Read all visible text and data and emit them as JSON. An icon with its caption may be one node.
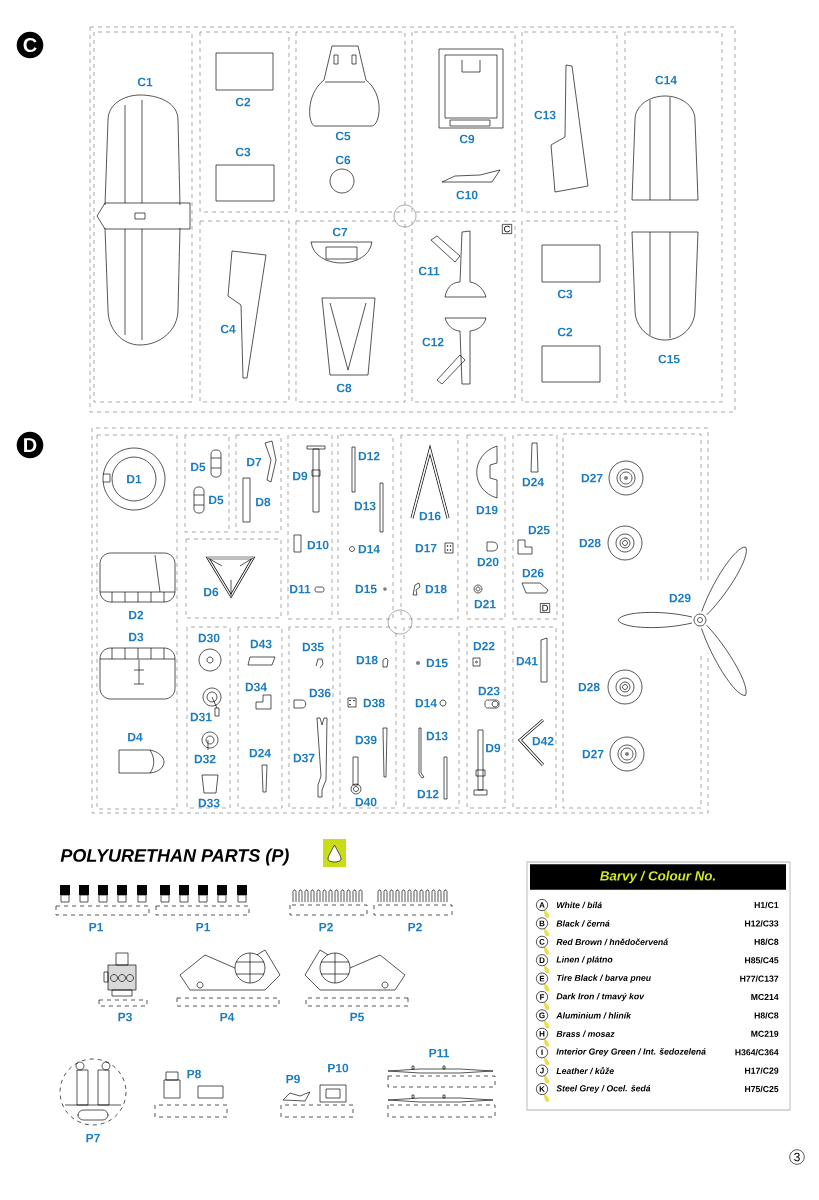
{
  "diagram": {
    "labels": [
      "C",
      "C1",
      "C2",
      "C5",
      "C9",
      "C13",
      "C14",
      "C3",
      "C6",
      "C10",
      "C7",
      "C",
      "C11",
      "C3",
      "C4",
      "C12",
      "C2",
      "C15",
      "C8",
      "D",
      "D5",
      "D7",
      "D12",
      "D1",
      "D9",
      "D24",
      "D27",
      "D5",
      "D8",
      "D13",
      "D16",
      "D19",
      "D25",
      "D10",
      "D14",
      "D17",
      "D28",
      "D20",
      "D26",
      "D6",
      "D11",
      "D15",
      "D18",
      "D21",
      "D",
      "D29",
      "D2",
      "D3",
      "D30",
      "D43",
      "D35",
      "D22",
      "D18",
      "D15",
      "D41",
      "D34",
      "D36",
      "D23",
      "D28",
      "D38",
      "D14",
      "D31",
      "D4",
      "D39",
      "D13",
      "D42",
      "D32",
      "D24",
      "D37",
      "D9",
      "D27",
      "D33",
      "D40",
      "D12",
      "POLYURETHAN PARTS (P)",
      "P1",
      "P1",
      "P2",
      "P2",
      "P3",
      "P4",
      "P5",
      "P11",
      "P8",
      "P9",
      "P10",
      "P7",
      "Barvy / Colour No.",
      "A",
      "White / bílá",
      "H1/C1",
      "B",
      "Black / černá",
      "H12/C33",
      "C",
      "Red Brown / hnědočervená",
      "H8/C8",
      "D",
      "Linen / plátno",
      "H85/C45",
      "E",
      "Tire Black / barva pneu",
      "H77/C137",
      "F",
      "Dark Iron / tmavý kov",
      "MC214",
      "G",
      "Aluminium / hliník",
      "H8/C8",
      "H",
      "Brass / mosaz",
      "MC219",
      "I",
      "Interior Grey Green / Int. šedozelená",
      "H364/C364",
      "J",
      "Leather / kůže",
      "H17/C29",
      "K",
      "Steel Grey / Ocel. šedá",
      "H75/C25",
      "3"
    ]
  }
}
